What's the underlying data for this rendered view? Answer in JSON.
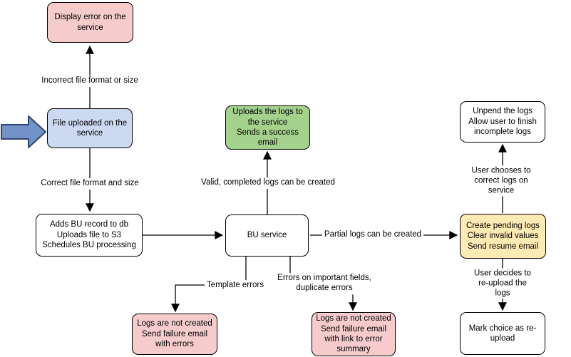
{
  "colors": {
    "pink_fill": "#f5cccb",
    "blue_fill": "#cdd9f0",
    "green_fill": "#a4d28d",
    "yellow_fill": "#ffeab3",
    "white_fill": "#ffffff",
    "border": "#000000",
    "line": "#000000",
    "entry_arrow_fill": "#7292c8",
    "entry_arrow_stroke": "#2d4570"
  },
  "nodes": {
    "display_error": {
      "label": "Display error on the\nservice"
    },
    "file_uploaded": {
      "label": "File uploaded on the\nservice"
    },
    "adds_bu_record": {
      "label": "Adds BU record to db\nUploads file to S3\nSchedules BU processing"
    },
    "bu_service": {
      "label": "BU service"
    },
    "uploads_logs": {
      "label": "Uploads the logs to\nthe service\nSends a success\nemail"
    },
    "create_pending": {
      "label": "Create pending logs\nClear invalid values\nSend resume email"
    },
    "unpend_logs": {
      "label": "Unpend the logs\nAllow user to finish\nincomplete logs"
    },
    "mark_reupload": {
      "label": "Mark choice as re-\nupload"
    },
    "logs_not_created_template": {
      "label": "Logs are not created\nSend failure email\nwith errors"
    },
    "logs_not_created_fields": {
      "label": "Logs are not created\nSend failure email\nwith link to error\nsummary"
    }
  },
  "edge_labels": {
    "incorrect_file": "Incorrect file format or size",
    "correct_file": "Correct file format and size",
    "valid_logs": "Valid, completed logs can be created",
    "partial_logs": "Partial logs can be created",
    "user_corrects": "User chooses to correct logs on service",
    "user_reuploads": "User decides to re-upload the logs",
    "template_errors": "Template errors",
    "field_errors": "Errors on important fields,\nduplicate errors"
  }
}
